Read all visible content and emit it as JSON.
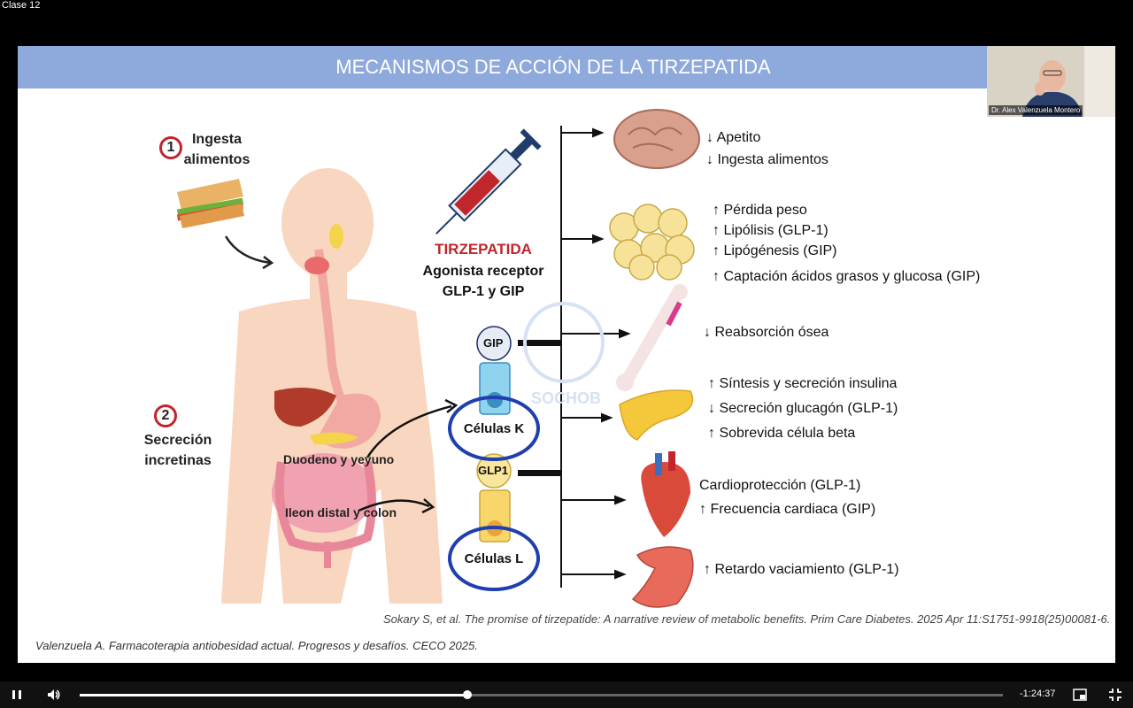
{
  "window": {
    "title": "Clase 12"
  },
  "slide": {
    "title": "MECANISMOS DE ACCIÓN DE LA TIRZEPATIDA",
    "step1": {
      "number": "1",
      "line1": "Ingesta",
      "line2": "alimentos"
    },
    "step2": {
      "number": "2",
      "line1": "Secreción",
      "line2": "incretinas"
    },
    "drug": {
      "name": "TIRZEPATIDA",
      "line1": "Agonista receptor",
      "line2": "GLP-1 y GIP"
    },
    "hormones": {
      "gip": "GIP",
      "glp1": "GLP1"
    },
    "cells": {
      "k": "Células K",
      "l": "Células L"
    },
    "organs": {
      "duodeno": "Duodeno y yeyuno",
      "ileon": "Ileon distal y colon"
    },
    "watermark": "SOCHOB",
    "effects": {
      "brain": [
        "↓ Apetito",
        "↓ Ingesta alimentos"
      ],
      "fat": [
        "↑ Pérdida peso",
        "↑ Lipólisis (GLP-1)",
        "↑ Lipógénesis (GIP)",
        "↑ Captación ácidos grasos y glucosa (GIP)"
      ],
      "bone": [
        "↓ Reabsorción ósea"
      ],
      "pancreas": [
        "↑ Síntesis y secreción insulina",
        "↓ Secreción glucagón (GLP-1)",
        "↑ Sobrevida célula beta"
      ],
      "heart": [
        "Cardioprotección (GLP-1)",
        "↑ Frecuencia cardiaca (GIP)"
      ],
      "stomach": [
        "↑ Retardo vaciamiento (GLP-1)"
      ]
    },
    "reference1": "Sokary S, et al. The promise of tirzepatide: A narrative review of metabolic benefits. Prim Care Diabetes. 2025 Apr 11:S1751-9918(25)00081-6.",
    "reference2": "Valenzuela A. Farmacoterapia antiobesidad actual. Progresos y desafíos. CECO 2025."
  },
  "camera": {
    "name": "Dr. Alex Valenzuela Montero"
  },
  "player": {
    "time_remaining": "-1:24:37",
    "progress": 0.42,
    "icons": [
      "pause-icon",
      "volume-icon",
      "picture-in-picture-icon",
      "exit-fullscreen-icon"
    ]
  }
}
